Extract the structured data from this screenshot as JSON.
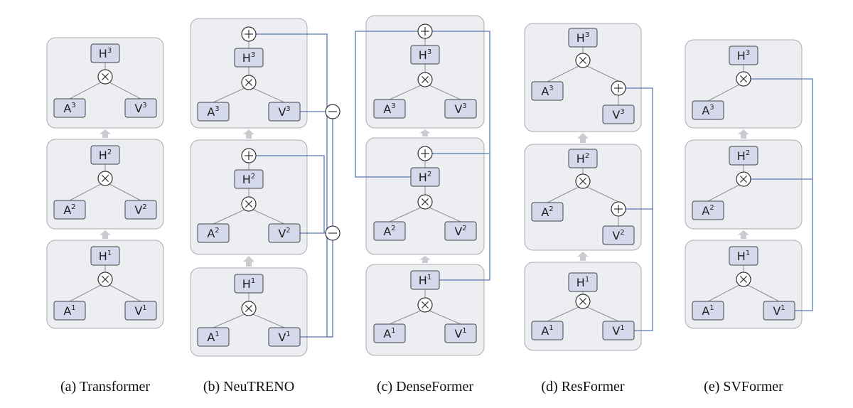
{
  "panels": [
    {
      "id": "a",
      "caption": "(a) Transformer",
      "layers": [
        {
          "h": "H",
          "h_sup": "3",
          "a": "A",
          "a_sup": "3",
          "v": "V",
          "v_sup": "3"
        },
        {
          "h": "H",
          "h_sup": "2",
          "a": "A",
          "a_sup": "2",
          "v": "V",
          "v_sup": "2"
        },
        {
          "h": "H",
          "h_sup": "1",
          "a": "A",
          "a_sup": "1",
          "v": "V",
          "v_sup": "1"
        }
      ]
    },
    {
      "id": "b",
      "caption": "(b) NeuTRENO",
      "layers": [
        {
          "h": "H",
          "h_sup": "3",
          "a": "A",
          "a_sup": "3",
          "v": "V",
          "v_sup": "3"
        },
        {
          "h": "H",
          "h_sup": "2",
          "a": "A",
          "a_sup": "2",
          "v": "V",
          "v_sup": "2"
        },
        {
          "h": "H",
          "h_sup": "1",
          "a": "A",
          "a_sup": "1",
          "v": "V",
          "v_sup": "1"
        }
      ]
    },
    {
      "id": "c",
      "caption": "(c) DenseFormer",
      "layers": [
        {
          "h": "H",
          "h_sup": "3",
          "a": "A",
          "a_sup": "3",
          "v": "V",
          "v_sup": "3"
        },
        {
          "h": "H",
          "h_sup": "2",
          "a": "A",
          "a_sup": "2",
          "v": "V",
          "v_sup": "2"
        },
        {
          "h": "H",
          "h_sup": "1",
          "a": "A",
          "a_sup": "1",
          "v": "V",
          "v_sup": "1"
        }
      ]
    },
    {
      "id": "d",
      "caption": "(d) ResFormer",
      "layers": [
        {
          "h": "H",
          "h_sup": "3",
          "a": "A",
          "a_sup": "3",
          "v": "V",
          "v_sup": "3"
        },
        {
          "h": "H",
          "h_sup": "2",
          "a": "A",
          "a_sup": "2",
          "v": "V",
          "v_sup": "2"
        },
        {
          "h": "H",
          "h_sup": "1",
          "a": "A",
          "a_sup": "1",
          "v": "V",
          "v_sup": "1"
        }
      ]
    },
    {
      "id": "e",
      "caption": "(e) SVFormer",
      "layers": [
        {
          "h": "H",
          "h_sup": "3",
          "a": "A",
          "a_sup": "3",
          "v": "",
          "v_sup": ""
        },
        {
          "h": "H",
          "h_sup": "2",
          "a": "A",
          "a_sup": "2",
          "v": "",
          "v_sup": ""
        },
        {
          "h": "H",
          "h_sup": "1",
          "a": "A",
          "a_sup": "1",
          "v": "V",
          "v_sup": "1"
        }
      ]
    }
  ]
}
